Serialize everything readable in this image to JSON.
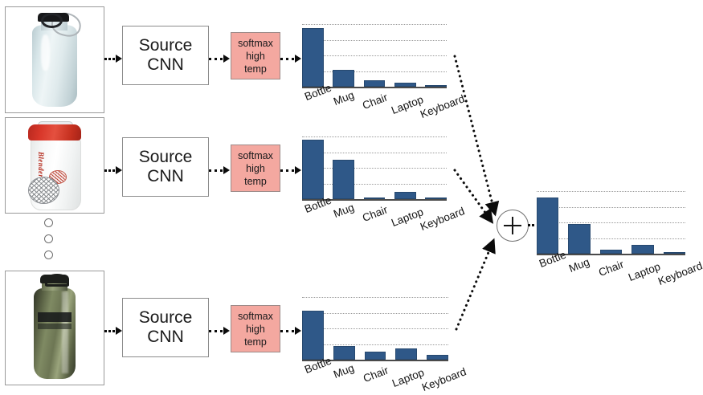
{
  "diagram": {
    "title": "Multi-source knowledge distillation ensemble",
    "accent_blue": "#2f5888",
    "softmax_pink": "#f4a8a0",
    "panel_border": "#9a9a9a"
  },
  "branches": [
    {
      "id": "branch-1",
      "image": {
        "name": "aluminium-water-bottle-photo",
        "alt": "Light blue aluminium water bottle with black cap and carabiner"
      },
      "cnn_label_line1": "Source",
      "cnn_label_line2": "CNN",
      "softmax_line1": "softmax",
      "softmax_line2": "high",
      "softmax_line3": "temp"
    },
    {
      "id": "branch-2",
      "image": {
        "name": "blender-bottle-photo",
        "alt": "Clear Blender Bottle shaker with red lid and wire whisk ball"
      },
      "cnn_label_line1": "Source",
      "cnn_label_line2": "CNN",
      "softmax_line1": "softmax",
      "softmax_line2": "high",
      "softmax_line3": "temp"
    },
    {
      "id": "branch-3",
      "image": {
        "name": "olive-metal-bottle-photo",
        "alt": "Dark olive stainless steel bottle with black loop cap"
      },
      "cnn_label_line1": "Source",
      "cnn_label_line2": "CNN",
      "softmax_line1": "softmax",
      "softmax_line2": "high",
      "softmax_line3": "temp"
    }
  ],
  "ellipsis": {
    "name": "vertical-ellipsis",
    "dot_count": 3
  },
  "combine": {
    "symbol": "+",
    "name": "sum-operator"
  },
  "chart_data": [
    {
      "type": "bar",
      "name": "softmax-output-branch-1",
      "title": "",
      "categories": [
        "Bottle",
        "Mug",
        "Chair",
        "Laptop",
        "Keyboard"
      ],
      "values": [
        0.93,
        0.27,
        0.1,
        0.06,
        0.02
      ],
      "xlabel": "",
      "ylabel": "",
      "ylim": [
        0,
        1
      ],
      "gridlines": 4,
      "grid": true,
      "legend": "none",
      "color": "#2f5888"
    },
    {
      "type": "bar",
      "name": "softmax-output-branch-2",
      "title": "",
      "categories": [
        "Bottle",
        "Mug",
        "Chair",
        "Laptop",
        "Keyboard"
      ],
      "values": [
        0.95,
        0.63,
        0.02,
        0.12,
        0.01
      ],
      "xlabel": "",
      "ylabel": "",
      "ylim": [
        0,
        1
      ],
      "gridlines": 4,
      "grid": true,
      "legend": "none",
      "color": "#2f5888"
    },
    {
      "type": "bar",
      "name": "softmax-output-branch-3",
      "title": "",
      "categories": [
        "Bottle",
        "Mug",
        "Chair",
        "Laptop",
        "Keyboard"
      ],
      "values": [
        0.78,
        0.22,
        0.13,
        0.18,
        0.08
      ],
      "xlabel": "",
      "ylabel": "",
      "ylim": [
        0,
        1
      ],
      "gridlines": 4,
      "grid": true,
      "legend": "none",
      "color": "#2f5888"
    },
    {
      "type": "bar",
      "name": "ensemble-averaged-output",
      "title": "",
      "categories": [
        "Bottle",
        "Mug",
        "Chair",
        "Laptop",
        "Keyboard"
      ],
      "values": [
        0.9,
        0.48,
        0.07,
        0.14,
        0.03
      ],
      "xlabel": "",
      "ylabel": "",
      "ylim": [
        0,
        1
      ],
      "gridlines": 4,
      "grid": true,
      "legend": "none",
      "color": "#2f5888"
    }
  ]
}
